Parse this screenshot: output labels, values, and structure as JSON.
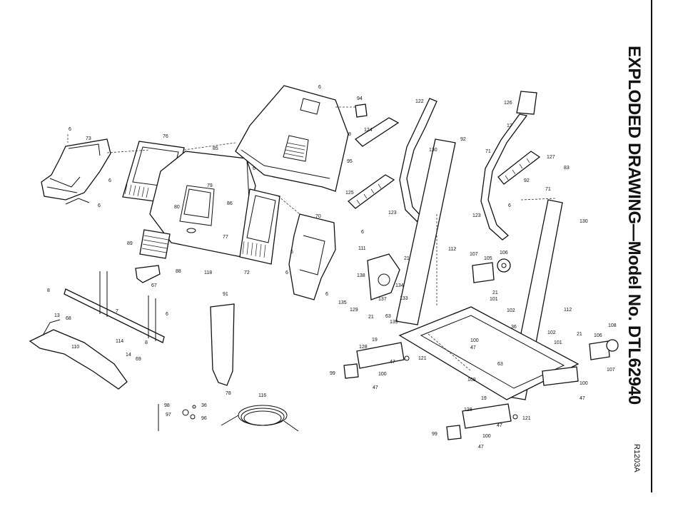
{
  "title": "EXPLODED DRAWING—Model No. DTL62940",
  "drawing_code": "R1203A",
  "callouts": {
    "c6": "6",
    "c73": "73",
    "c76": "76",
    "c85": "85",
    "c94": "94",
    "c95": "95",
    "c124": "124",
    "c122": "122",
    "c126": "126",
    "c130": "130",
    "c92": "92",
    "c71": "71",
    "c127": "127",
    "c83": "83",
    "c125": "125",
    "c123": "123",
    "c79": "79",
    "c80": "80",
    "c86": "86",
    "c77": "77",
    "c89": "89",
    "c72": "72",
    "c70": "70",
    "c118": "118",
    "c88": "88",
    "c67": "67",
    "c111": "111",
    "c21": "21",
    "c112": "112",
    "c107": "107",
    "c105": "105",
    "c106": "106",
    "c108": "108",
    "c138": "138",
    "c134": "134",
    "c133": "133",
    "c135": "135",
    "c129": "129",
    "c137": "137",
    "c63": "63",
    "c139": "139",
    "c101": "101",
    "c102": "102",
    "c7": "7",
    "c8": "8",
    "c13": "13",
    "c68": "68",
    "c110": "110",
    "c114": "114",
    "c14": "14",
    "c69": "69",
    "c91": "91",
    "c36": "36",
    "c100": "100",
    "c128": "128",
    "c19": "19",
    "c47": "47",
    "c121": "121",
    "c99": "99",
    "c109": "109",
    "c98": "98",
    "c97": "97",
    "c96": "96",
    "c78": "78",
    "c116": "116"
  }
}
